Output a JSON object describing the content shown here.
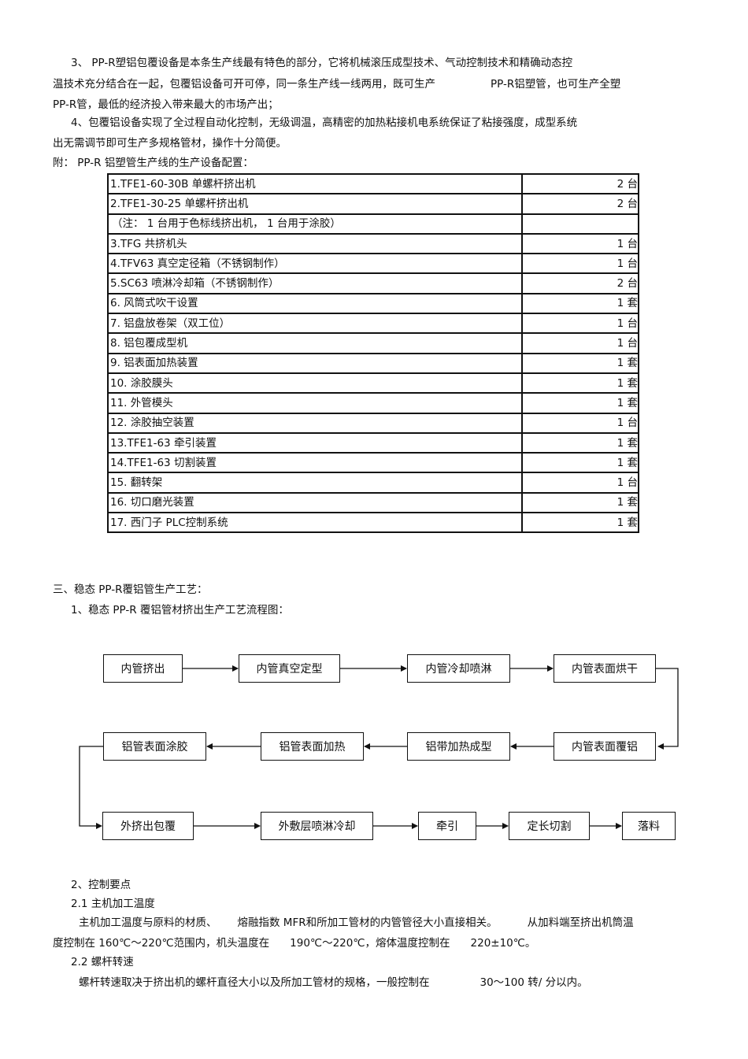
{
  "paragraphs": {
    "p3_line1": "3、 PP-R塑铝包覆设备是本条生产线最有特色的部分，它将机械滚压成型技术、气动控制技术和精确动态控",
    "p3_line2_a": "温技术充分结合在一起，包覆铝设备可开可停，同一条生产线一线两用，既可生产",
    "p3_line2_b": "PP-R铝塑管，也可生产全塑",
    "p3_line3": "PP-R管，最低的经济投入带来最大的市场产出；",
    "p4_line1": "4、包覆铝设备实现了全过程自动化控制，无级调温，高精密的加热粘接机电系统保证了粘接强度，成型系统",
    "p4_line2": "出无需调节即可生产多规格管材，操作十分简便。",
    "appendix": "附： PP-R 铝塑管生产线的生产设备配置："
  },
  "equipment_table": [
    {
      "name": "1.TFE1-60-30B   单螺杆挤出机",
      "qty": "2 台"
    },
    {
      "name": "2.TFE1-30-25   单螺杆挤出机",
      "qty": "2 台"
    },
    {
      "name": "（注： 1 台用于色标线挤出机，     1 台用于涂胶）",
      "qty": "",
      "note": true
    },
    {
      "name": "3.TFG 共挤机头",
      "qty": "1 台"
    },
    {
      "name": "4.TFV63 真空定径箱（不锈钢制作）",
      "qty": "1 台"
    },
    {
      "name": "5.SC63 喷淋冷却箱（不锈钢制作）",
      "qty": "2 台"
    },
    {
      "name": "6. 风筒式吹干设置",
      "qty": "1 套"
    },
    {
      "name": "7. 铝盘放卷架（双工位）",
      "qty": "1 台"
    },
    {
      "name": "8. 铝包覆成型机",
      "qty": "1 台"
    },
    {
      "name": "9. 铝表面加热装置",
      "qty": "1 套"
    },
    {
      "name": "10. 涂胶膜头",
      "qty": "1 套"
    },
    {
      "name": "11. 外管模头",
      "qty": "1 套"
    },
    {
      "name": "12. 涂胶抽空装置",
      "qty": "1 台"
    },
    {
      "name": "13.TFE1-63   牵引装置",
      "qty": "1 套"
    },
    {
      "name": "14.TFE1-63   切割装置",
      "qty": "1 套"
    },
    {
      "name": "15. 翻转架",
      "qty": "1 台"
    },
    {
      "name": "16. 切口磨光装置",
      "qty": "1 套"
    },
    {
      "name": "17. 西门子  PLC控制系统",
      "qty": "1 套"
    }
  ],
  "section3": {
    "heading": "三、稳态  PP-R覆铝管生产工艺：",
    "sub1": "1、稳态  PP-R 覆铝管材挤出生产工艺流程图："
  },
  "flow": {
    "row1": [
      "内管挤出",
      "内管真空定型",
      "内管冷却喷淋",
      "内管表面烘干"
    ],
    "row2": [
      "内管表面覆铝",
      "铝带加热成型",
      "铝管表面加热",
      "铝管表面涂胶"
    ],
    "row3": [
      "外挤出包覆",
      "外敷层喷淋冷却",
      "牵引",
      "定长切割",
      "落料"
    ]
  },
  "control": {
    "heading": "2、控制要点",
    "h21": "2.1   主机加工温度",
    "t21_line1_a": "主机加工温度与原料的材质、",
    "t21_line1_b": "熔融指数  MFR和所加工管材的内管管径大小直接相关。",
    "t21_line1_c": "从加料端至挤出机筒温",
    "t21_line2_a": "度控制在   160℃～220℃范围内，机头温度在",
    "t21_line2_b": "190℃～220℃，熔体温度控制在",
    "t21_line2_c": "220±10℃。",
    "h22": "2.2   螺杆转速",
    "t22_a": "螺杆转速取决于挤出机的螺杆直径大小以及所加工管材的规格，一般控制在",
    "t22_b": "30～100 转/ 分以内。"
  }
}
